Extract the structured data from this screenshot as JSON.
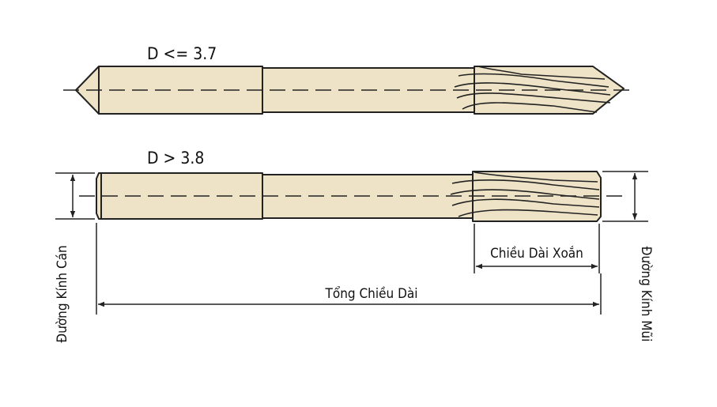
{
  "drawing_1": {
    "label": "D <= 3.7"
  },
  "drawing_2": {
    "label": "D > 3.8"
  },
  "dimensions": {
    "shank_diameter": "Đường Kính Cán",
    "flute_length": "Chiều Dài Xoắn",
    "overall_length": "Tổng Chiều Dài",
    "tip_diameter": "Đường Kính Mũi"
  },
  "colors": {
    "tool_body": "#eee3c6",
    "outline": "#222222",
    "dimension_line": "#222222"
  }
}
